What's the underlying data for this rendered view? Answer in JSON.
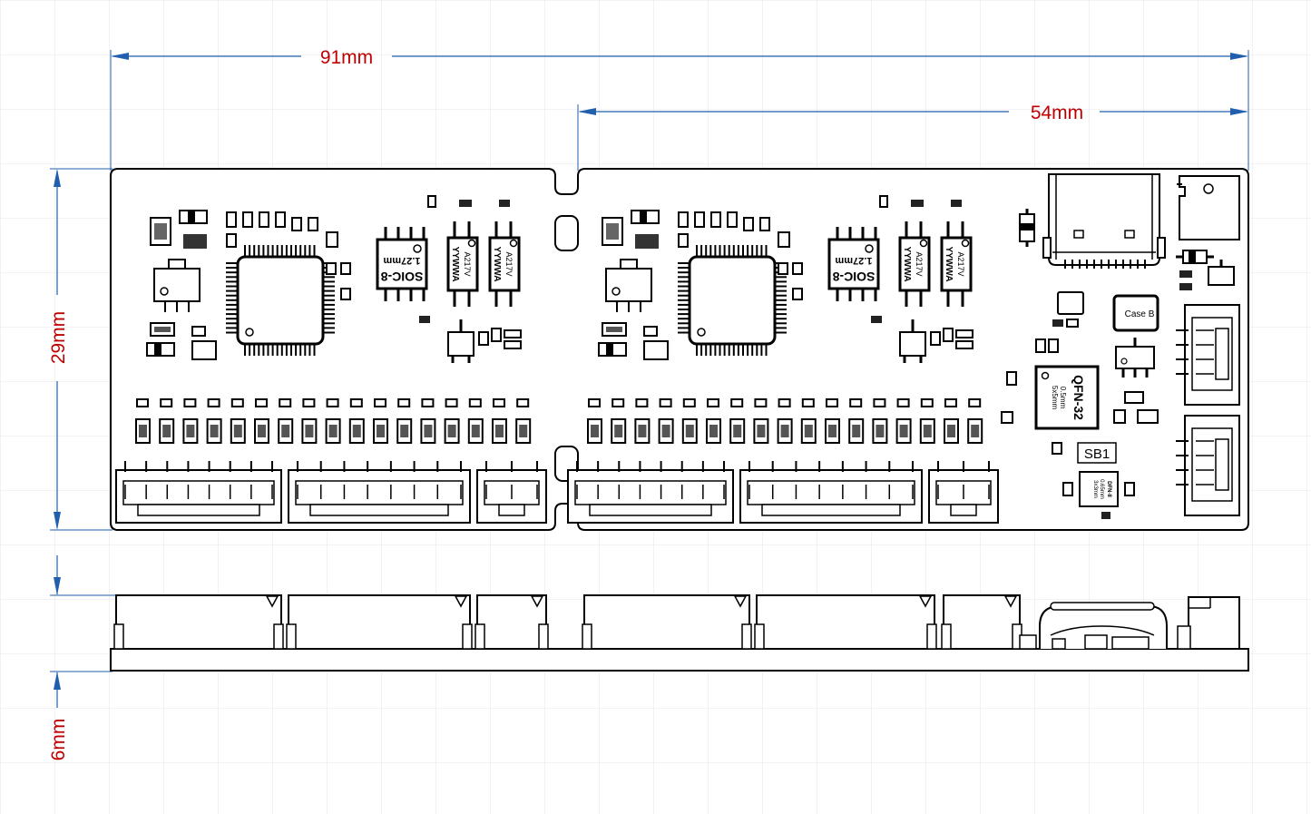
{
  "dimensions": {
    "overall_width": "91mm",
    "right_section_width": "54mm",
    "board_height": "29mm",
    "board_thickness": "6mm"
  },
  "board": {
    "section_a": {
      "soic_label": "SOIC-8",
      "pitch_label": "1.27mm",
      "opto_1": {
        "top": "A217V",
        "bottom": "YYWWA"
      },
      "opto_2": {
        "top": "A217V",
        "bottom": "YYWWA"
      }
    },
    "section_b": {
      "soic_label": "SOIC-8",
      "pitch_label": "1.27mm",
      "opto_1": {
        "top": "A217V",
        "bottom": "YYWWA"
      },
      "opto_2": {
        "top": "A217V",
        "bottom": "YYWWA"
      }
    },
    "mcu_section": {
      "case_label": "Case B",
      "qfn_title": "QFN-32",
      "qfn_pitch": "0.5mm",
      "qfn_size": "5x5mm",
      "jumper_label": "SB1",
      "dfn_title": "DFN-8",
      "dfn_pitch": "0.65mm",
      "dfn_size": "3x3mm"
    }
  },
  "colors": {
    "dimension_line": "#1f5fae",
    "dimension_text": "#c00000",
    "outline": "#000000",
    "grid": "#e4e4ea"
  }
}
